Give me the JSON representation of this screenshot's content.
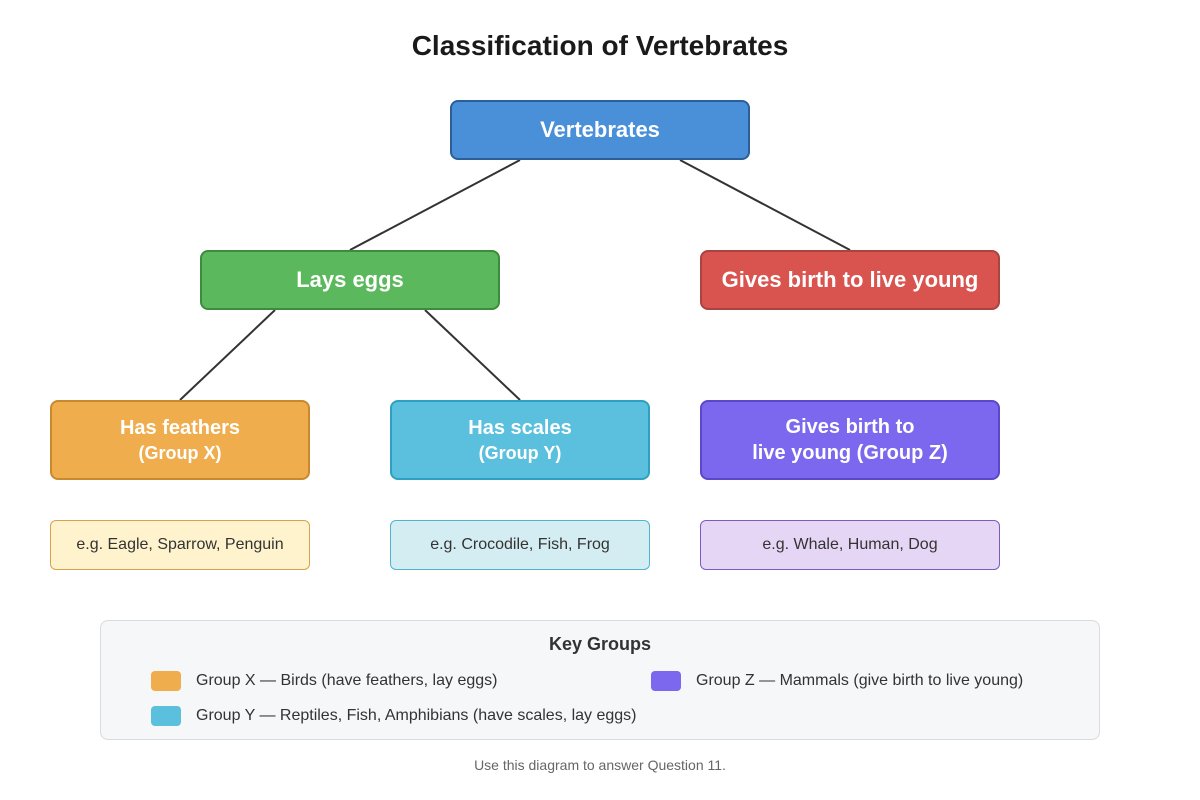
{
  "title": "Classification of Vertebrates",
  "root": {
    "label": "Vertebrates"
  },
  "branches": {
    "eggs": {
      "label": "Lays eggs"
    },
    "live": {
      "label": "Gives birth to live young"
    }
  },
  "groups": {
    "x": {
      "label": "Has feathers",
      "sub": "(Group X)",
      "color": "#f0ad4e",
      "example": "e.g. Eagle, Sparrow, Penguin"
    },
    "y": {
      "label": "Has scales",
      "sub": "(Group Y)",
      "color": "#5bc0de",
      "example": "e.g. Crocodile, Fish, Frog"
    },
    "z": {
      "label_line1": "Gives birth to",
      "label_line2": "live young (Group Z)",
      "color": "#7b68ee",
      "example": "e.g. Whale, Human, Dog"
    }
  },
  "legend": {
    "title": "Key Groups",
    "items": [
      {
        "text": "Group X — Birds (have feathers, lay eggs)",
        "color": "#f0ad4e"
      },
      {
        "text": "Group Y — Reptiles, Fish, Amphibians (have scales, lay eggs)",
        "color": "#5bc0de"
      },
      {
        "text": "Group Z — Mammals (give birth to live young)",
        "color": "#7b68ee"
      }
    ]
  },
  "footer": "Use this diagram to answer Question 11."
}
